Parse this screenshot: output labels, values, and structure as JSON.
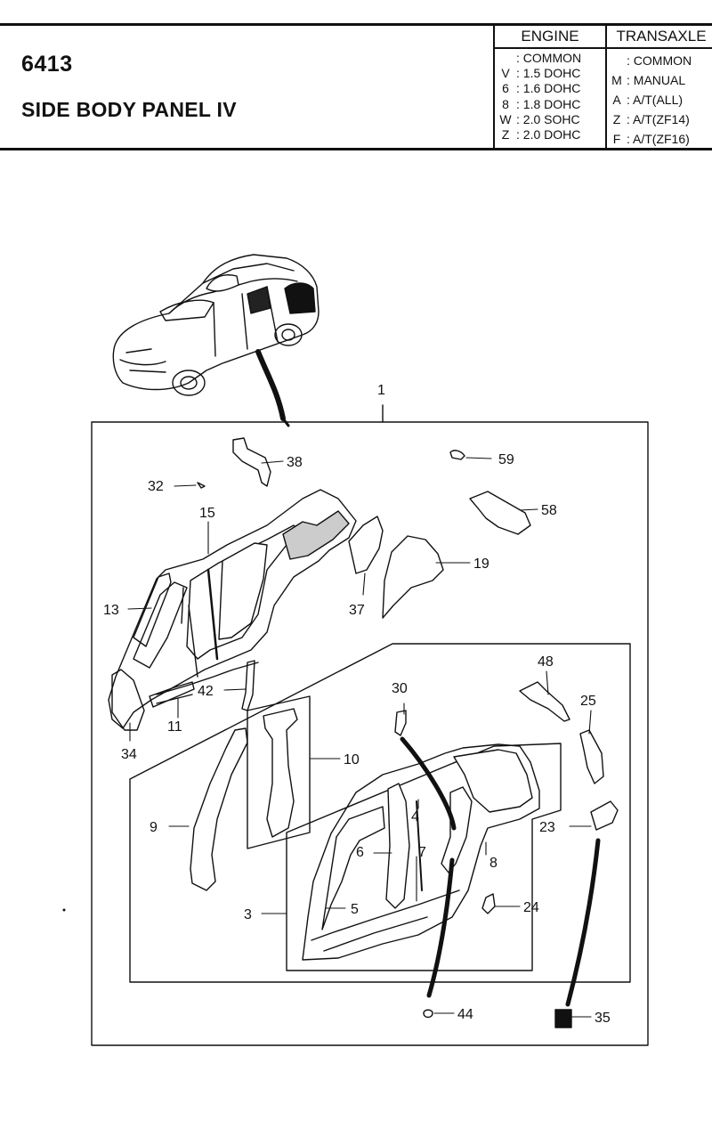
{
  "header": {
    "code": "6413",
    "title": "SIDE BODY PANEL IV"
  },
  "engine": {
    "heading": "ENGINE",
    "items": [
      {
        "key": "",
        "value": ": COMMON"
      },
      {
        "key": "V",
        "value": ": 1.5 DOHC"
      },
      {
        "key": "6",
        "value": ": 1.6 DOHC"
      },
      {
        "key": "8",
        "value": ": 1.8 DOHC"
      },
      {
        "key": "W",
        "value": ": 2.0 SOHC"
      },
      {
        "key": "Z",
        "value": ": 2.0 DOHC"
      }
    ]
  },
  "transaxle": {
    "heading": "TRANSAXLE",
    "items": [
      {
        "key": "",
        "value": ": COMMON"
      },
      {
        "key": "M",
        "value": ": MANUAL"
      },
      {
        "key": "A",
        "value": ": A/T(ALL)"
      },
      {
        "key": "Z",
        "value": ": A/T(ZF14)"
      },
      {
        "key": "F",
        "value": ": A/T(ZF16)"
      }
    ]
  },
  "callouts": {
    "c1": "1",
    "c3": "3",
    "c4": "4",
    "c5": "5",
    "c6": "6",
    "c7": "7",
    "c8": "8",
    "c9": "9",
    "c10": "10",
    "c11": "11",
    "c13": "13",
    "c15": "15",
    "c19": "19",
    "c23": "23",
    "c24": "24",
    "c25": "25",
    "c30": "30",
    "c32": "32",
    "c34": "34",
    "c35": "35",
    "c37": "37",
    "c38": "38",
    "c42": "42",
    "c44": "44",
    "c48": "48",
    "c58": "58",
    "c59": "59"
  }
}
